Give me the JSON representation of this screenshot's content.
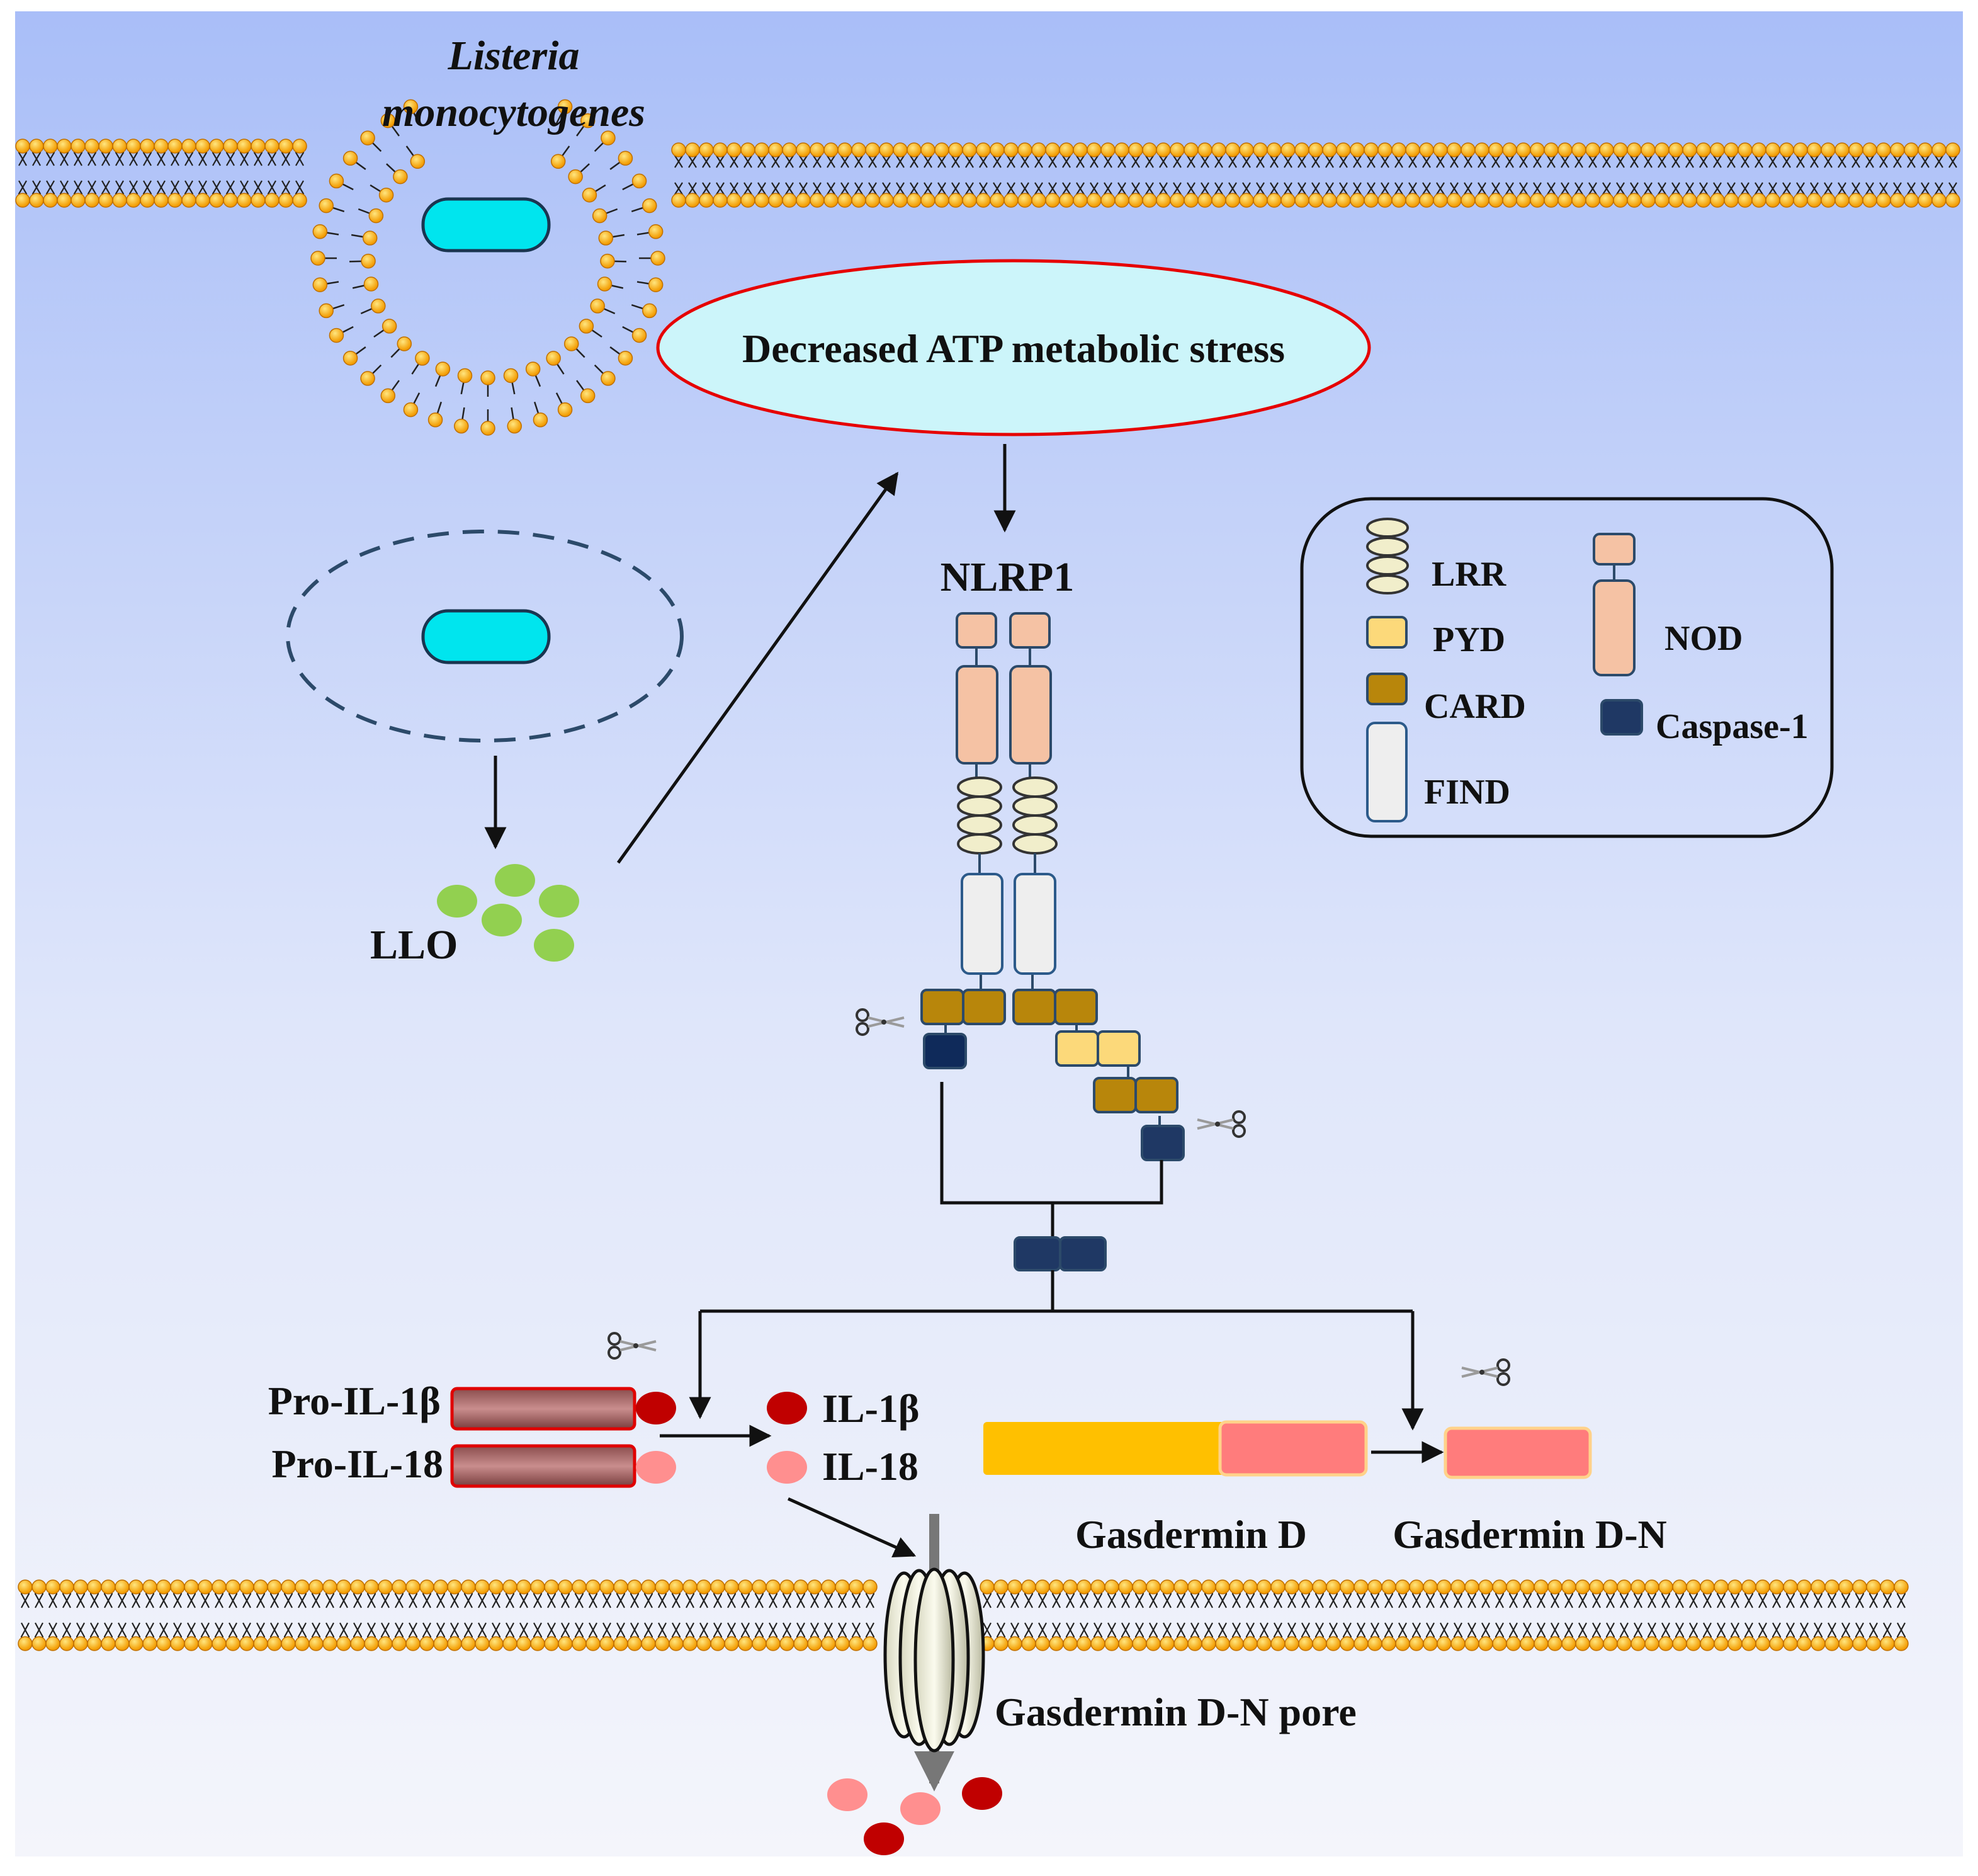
{
  "bacterium": {
    "line1": "Listeria",
    "line2": "monocytogenes"
  },
  "stress_label": "Decreased ATP metabolic stress",
  "nlrp1_label": "NLRP1",
  "llo_label": "LLO",
  "legend": {
    "lrr": "LRR",
    "pyd": "PYD",
    "card": "CARD",
    "find": "FIND",
    "nod": "NOD",
    "caspase1": "Caspase-1"
  },
  "substrates": {
    "pro_il1b": "Pro-IL-1β",
    "pro_il18": "Pro-IL-18",
    "il1b": "IL-1β",
    "il18": "IL-18",
    "gasdermin_d": "Gasdermin D",
    "gasdermin_dn": "Gasdermin D-N",
    "pore": "Gasdermin D-N pore"
  },
  "colors": {
    "background_top": "#a9bef8",
    "background_bottom": "#f4f5fb",
    "bacterium": "#00e5ee",
    "lipid_head": "#f3a800",
    "nod": "#f5c2a4",
    "lrr": "#f1eecb",
    "find": "#eeeeee",
    "card": "#b8860b",
    "pyd": "#fcd97a",
    "caspase1": "#1f3864",
    "llo": "#92d050",
    "pro_cytokine": "#9c5b5b",
    "il1b": "#c00000",
    "il18": "#ff8f8f",
    "gasdermin_c": "#ffc000",
    "gasdermin_n": "#ff7c7c",
    "stress_border": "#e60000",
    "stress_fill": "#ccf5fa"
  }
}
